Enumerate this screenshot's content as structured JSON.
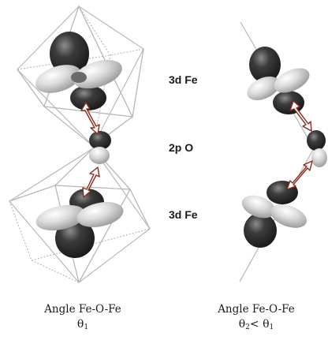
{
  "labels": {
    "fe_top": "3d Fe",
    "o_mid": "2p O",
    "fe_bottom": "3d Fe"
  },
  "captions": {
    "left": {
      "line1": "Angle Fe-O-Fe",
      "theta": "θ",
      "sub": "1"
    },
    "right": {
      "line1": "Angle Fe-O-Fe",
      "theta": "θ",
      "sub2": "2",
      "lt": "< θ",
      "sub1": "1"
    }
  },
  "colors": {
    "lobe_dark": "#2a2a2a",
    "lobe_light": "#bdbdbd",
    "octahedron_edges": "#b5b5b5",
    "arrow_outline": "#8b2a1e",
    "background": "#ffffff"
  },
  "icons": {
    "left_panel": [
      "octahedron-icon",
      "d-orbital-icon",
      "p-orbital-icon",
      "double-arrow-icon"
    ],
    "right_panel": [
      "d-orbital-icon",
      "p-orbital-icon",
      "double-arrow-icon"
    ]
  }
}
